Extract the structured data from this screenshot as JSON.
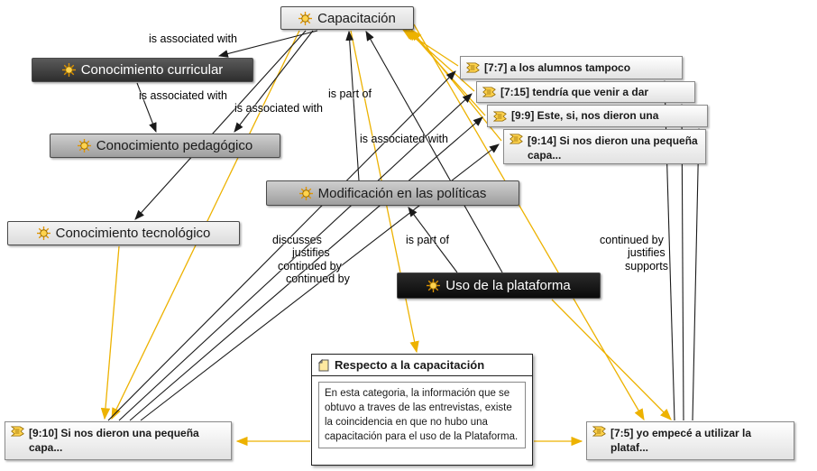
{
  "diagram": {
    "colors": {
      "quotation_link": "#edb200",
      "relation_link": "#1a1a1a"
    },
    "codes": {
      "capacitacion": "Capacitación",
      "curricular": "Conocimiento curricular",
      "pedagogico": "Conocimiento pedagógico",
      "tecnologico": "Conocimiento tecnológico",
      "modificacion": "Modificación en las políticas",
      "uso": "Uso de la plataforma"
    },
    "quotes": {
      "q7_7": "[7:7] a los alumnos tampoco",
      "q7_15": "[7:15] tendría que venir a dar",
      "q9_9": "[9:9] Este, si, nos dieron una",
      "q9_14": "[9:14] Si nos dieron una pequeña capa...",
      "q9_10": "[9:10] Si nos dieron una pequeña capa...",
      "q7_5": "[7:5] yo empecé a utilizar la plataf..."
    },
    "memo": {
      "title": "Respecto a la capacitación",
      "body": "En esta categoria, la información que se obtuvo a traves de las entrevistas, existe la coincidencia en que no hubo una capacitación para el uso de la Plataforma."
    },
    "edge_labels": [
      "is associated with",
      "is associated with",
      "is associated with",
      "is part of",
      "is associated with",
      "discusses",
      "justifies",
      "continued by",
      "continued by",
      "is part of",
      "continued by",
      "justifies",
      "supports"
    ]
  }
}
